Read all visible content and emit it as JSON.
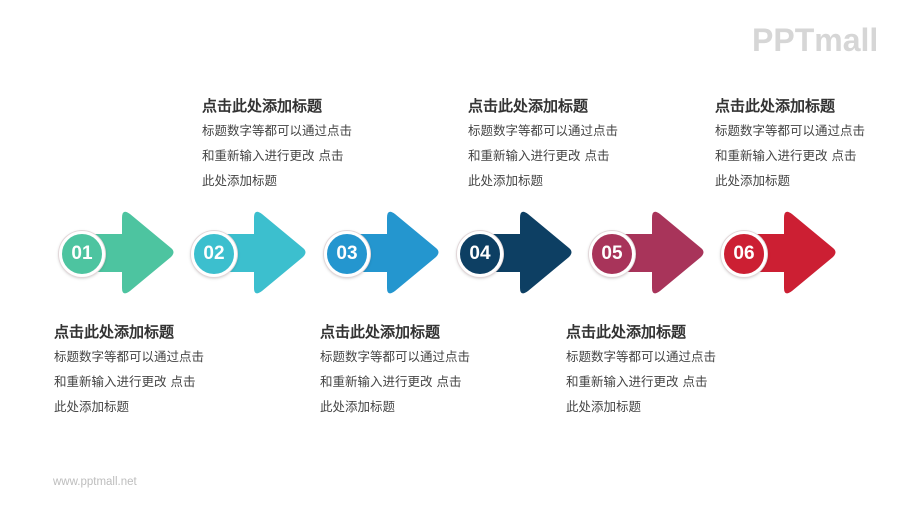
{
  "logo": {
    "text": "PPTmall"
  },
  "footer": {
    "url_text": "www.pptmall.net"
  },
  "steps": [
    {
      "number": "01",
      "color": "#4dc4a0",
      "text_position": "below",
      "title": "点击此处添加标题",
      "lines": [
        "标题数字等都可以通过点击",
        "和重新输入进行更改 点击",
        "此处添加标题"
      ]
    },
    {
      "number": "02",
      "color": "#3cbfce",
      "text_position": "above",
      "title": "点击此处添加标题",
      "lines": [
        "标题数字等都可以通过点击",
        "和重新输入进行更改 点击",
        "此处添加标题"
      ]
    },
    {
      "number": "03",
      "color": "#2496cf",
      "text_position": "below",
      "title": "点击此处添加标题",
      "lines": [
        "标题数字等都可以通过点击",
        "和重新输入进行更改 点击",
        "此处添加标题"
      ]
    },
    {
      "number": "04",
      "color": "#0d3f63",
      "text_position": "above",
      "title": "点击此处添加标题",
      "lines": [
        "标题数字等都可以通过点击",
        "和重新输入进行更改 点击",
        "此处添加标题"
      ]
    },
    {
      "number": "05",
      "color": "#a8345a",
      "text_position": "below",
      "title": "点击此处添加标题",
      "lines": [
        "标题数字等都可以通过点击",
        "和重新输入进行更改 点击",
        "此处添加标题"
      ]
    },
    {
      "number": "06",
      "color": "#cc1f33",
      "text_position": "above",
      "title": "点击此处添加标题",
      "lines": [
        "标题数字等都可以通过点击",
        "和重新输入进行更改 点击",
        "此处添加标题"
      ]
    }
  ]
}
